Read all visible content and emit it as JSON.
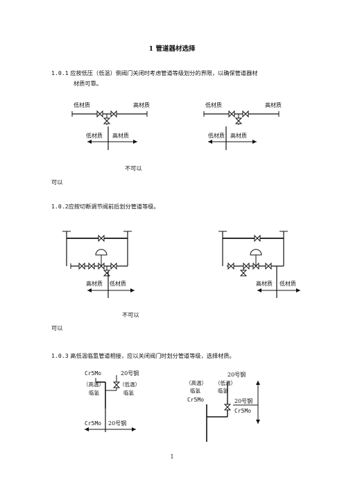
{
  "title": "1 管道器材选择",
  "s1": {
    "num": "1.0.1",
    "line1": "应按低压（低温）侧阀门关闭时考虑管道等级划分的界限，以确保管道器材",
    "line2": "材质可靠。",
    "fig_left": {
      "low": "低材质",
      "high": "高材质",
      "bottom_low": "低材质",
      "bottom_high": "高材质"
    },
    "fig_right": {
      "low": "低材质",
      "high": "高材质",
      "bottom_low": "低材质",
      "bottom_high": "高材质"
    },
    "verdict_not": "不可以",
    "verdict_ok": "可以"
  },
  "s2": {
    "num": "1.0.2",
    "text": "应按切断调节阀前后划分管道等级。",
    "fig_left": {
      "high": "高材质",
      "low": "低材质"
    },
    "fig_right": {
      "high": "高材质",
      "low": "低材质"
    },
    "verdict_not": "不可以",
    "verdict_ok": "可以"
  },
  "s3": {
    "num": "1.0.3",
    "text": "高低温临氢管道相接，应以关闭阀门时划分管道等级，选择材质。",
    "fig_left": {
      "top_mat": "Cr5Mo",
      "top_mat2": "20号钢",
      "temp_high": "（高温）",
      "temp_low": "（低温）",
      "h2_a": "临氢",
      "h2_b": "临氢",
      "bottom_mat": "Cr5Mo",
      "bottom_mat2": "20号钢"
    },
    "fig_right": {
      "top_mat": "20号钢",
      "temp_high": "（高温）",
      "temp_low": "（低温）",
      "h2_a": "临氢",
      "h2_b": "临氢",
      "mat_left": "Cr5Mo",
      "mat_r1": "20号钢",
      "mat_r2": "Cr5Mo"
    }
  },
  "page_number": "1"
}
